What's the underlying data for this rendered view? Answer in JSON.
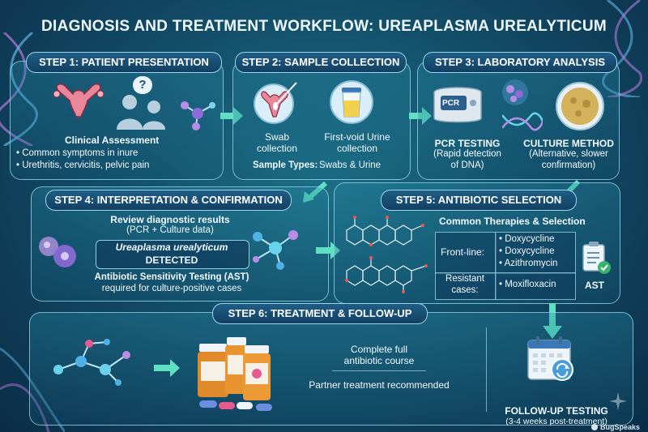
{
  "title": "DIAGNOSIS AND TREATMENT WORKFLOW: UREAPLASMA UREALYTICUM",
  "step1": {
    "heading": "STEP 1: PATIENT PRESENTATION",
    "subtitle": "Clinical Assessment",
    "bullet1": "• Common symptoms in inure",
    "bullet2": "• Urethritis, cervicitis, pelvic pain",
    "bubble": "?"
  },
  "step2": {
    "heading": "STEP 2: SAMPLE COLLECTION",
    "swab_line1": "Swab",
    "swab_line2": "collection",
    "urine_line1": "First-void Urine",
    "urine_line2": "collection",
    "sample_label": "Sample Types:",
    "sample_value": "Swabs & Urine"
  },
  "step3": {
    "heading": "STEP 3: LABORATORY ANALYSIS",
    "pcr_device_label": "PCR",
    "pcr_title": "PCR TESTING",
    "pcr_sub1": "(Rapid detection",
    "pcr_sub2": "of DNA)",
    "culture_title": "CULTURE METHOD",
    "culture_sub1": "(Alternative, slower",
    "culture_sub2": "confirmation)"
  },
  "step4": {
    "heading": "STEP 4: INTERPRETATION & CONFIRMATION",
    "review_line1": "Review diagnostic results",
    "review_line2": "(PCR + Culture data)",
    "detect_line1": "Ureaplasma urealyticum",
    "detect_line2": "DETECTED",
    "ast_line1": "Antibiotic Sensitivity Testing (AST)",
    "ast_line2": "required for culture-positive cases"
  },
  "step5": {
    "heading": "STEP 5: ANTIBIOTIC SELECTION",
    "subheading": "Common Therapies & Selection",
    "frontline_label": "Front-line:",
    "frontline_drugs": [
      "• Doxycycline",
      "• Doxycycline",
      "• Azithromycin"
    ],
    "resistant_label1": "Resistant",
    "resistant_label2": "cases:",
    "resistant_drug": "• Moxifloxacin",
    "ast_label": "AST"
  },
  "step6": {
    "heading": "STEP 6: TREATMENT & FOLLOW-UP",
    "course_line1": "Complete full",
    "course_line2": "antibiotic course",
    "partner": "Partner treatment recommended",
    "followup_title": "FOLLOW-UP TESTING",
    "followup_sub": "(3-4 weeks post-treatment)"
  },
  "watermark": "BugSpeaks",
  "colors": {
    "arrow": "#5fe0c0",
    "panel_border": "#96dcf0",
    "pill_bg": "#1f5e86"
  }
}
